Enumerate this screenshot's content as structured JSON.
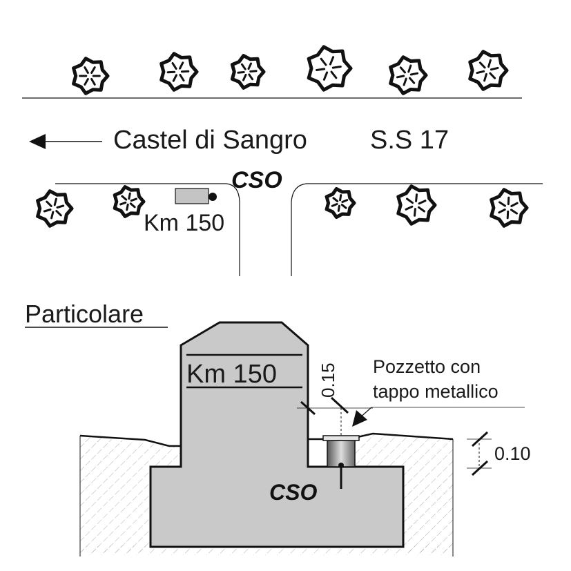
{
  "road": {
    "direction_label": "Castel di Sangro",
    "road_code": "S.S 17",
    "cso_label": "CSO",
    "km_label": "Km 150"
  },
  "detail": {
    "title": "Particolare",
    "marker_text": "Km 150",
    "cso_label": "CSO",
    "callout_line1": "Pozzetto con",
    "callout_line2": "tappo metallico",
    "dim_height": "0.15",
    "dim_depth": "0.10"
  },
  "colors": {
    "concrete": "#c9c9c9",
    "ink": "#111111",
    "hatch": "#8a8a8a"
  }
}
